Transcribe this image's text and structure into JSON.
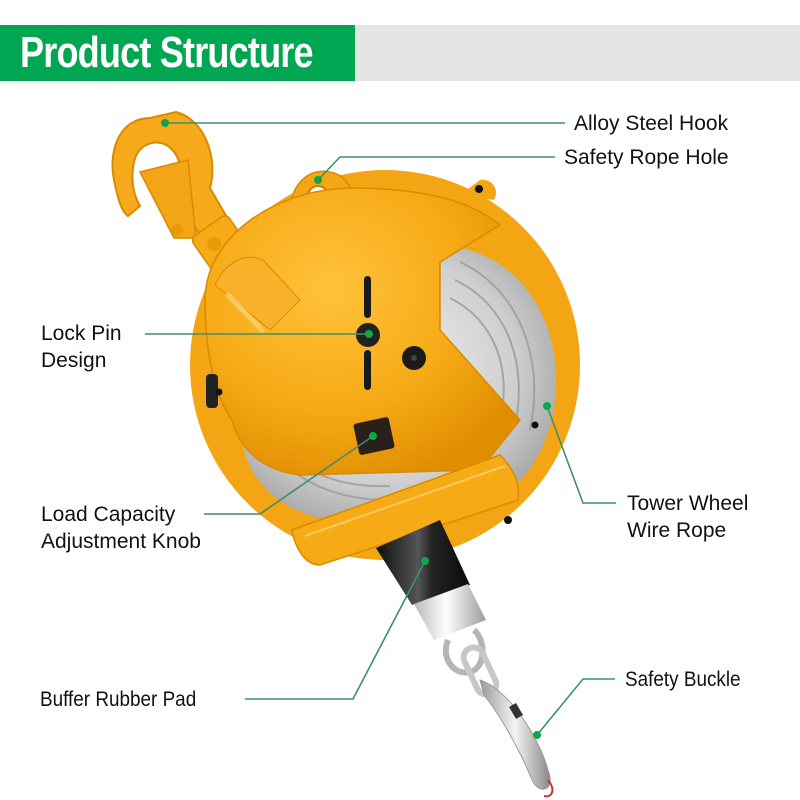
{
  "header": {
    "title": "Product Structure"
  },
  "colors": {
    "banner_green": "#00a651",
    "banner_gray": "#e5e5e5",
    "leader_line": "#3d8f6e",
    "leader_dot": "#0fa64a",
    "body_yellow": "#f6aa16",
    "body_shade": "#e08e00"
  },
  "callouts": [
    {
      "id": "alloy-steel-hook",
      "lines": [
        "Alloy Steel Hook"
      ],
      "side": "right"
    },
    {
      "id": "safety-rope-hole",
      "lines": [
        "Safety Rope Hole"
      ],
      "side": "right"
    },
    {
      "id": "lock-pin-design",
      "lines": [
        "Lock Pin",
        "Design"
      ],
      "side": "left"
    },
    {
      "id": "load-capacity-adjustment-knob",
      "lines": [
        "Load Capacity",
        "Adjustment Knob"
      ],
      "side": "left"
    },
    {
      "id": "tower-wheel-wire-rope",
      "lines": [
        "Tower Wheel",
        "Wire Rope"
      ],
      "side": "right"
    },
    {
      "id": "buffer-rubber-pad",
      "lines": [
        "Buffer Rubber Pad"
      ],
      "side": "left"
    },
    {
      "id": "safety-buckle",
      "lines": [
        "Safety Buckle"
      ],
      "side": "right"
    }
  ],
  "product": {
    "name_icon": "spring-balancer-illustration"
  }
}
